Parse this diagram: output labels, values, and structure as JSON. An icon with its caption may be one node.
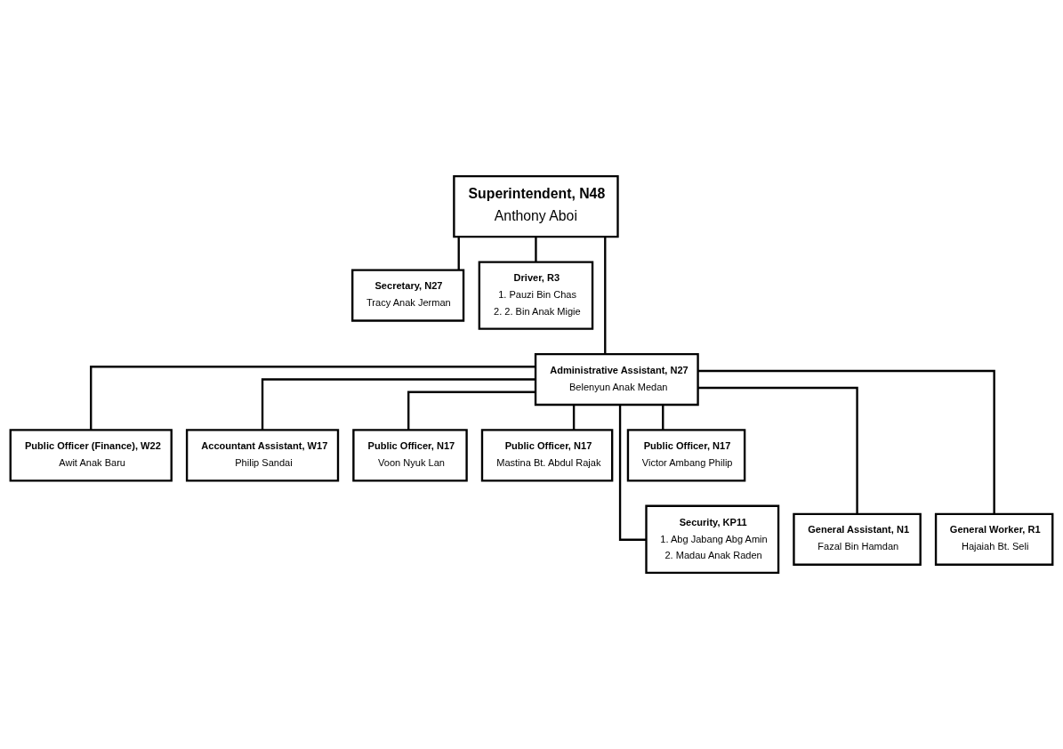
{
  "diagram": {
    "nodes": [
      {
        "text": [
          "Superintendent, N48",
          "Anthony Aboi"
        ]
      },
      {
        "text": [
          "Secretary, N27",
          "Tracy Anak Jerman"
        ]
      },
      {
        "text": [
          "Driver, R3",
          "1. Pauzi Bin Chas",
          "2. 2. Bin Anak Migie"
        ]
      },
      {
        "text": [
          "Administrative Assistant, N27",
          "Belenyun Anak Medan"
        ]
      },
      {
        "text": [
          "Public Officer (Finance), W22",
          "Awit Anak Baru"
        ]
      },
      {
        "text": [
          "Accountant Assistant, W17",
          "Philip Sandai"
        ]
      },
      {
        "text": [
          "Public Officer, N17",
          "Voon Nyuk Lan"
        ]
      },
      {
        "text": [
          "Public Officer, N17",
          "Mastina Bt. Abdul Rajak"
        ]
      },
      {
        "text": [
          "Public Officer, N17",
          "Victor Ambang Philip"
        ]
      },
      {
        "text": [
          "Security, KP11",
          "1. Abg Jabang Abg Amin",
          "2. Madau Anak Raden"
        ]
      },
      {
        "text": [
          "General Assistant, N1",
          "Fazal Bin Hamdan"
        ]
      },
      {
        "text": [
          "General Worker, R1",
          "Hajaiah Bt. Seli"
        ]
      }
    ],
    "edges": [
      {
        "from": 0,
        "to": 1,
        "arrow": "none"
      },
      {
        "from": 0,
        "to": 2,
        "arrow": "none"
      },
      {
        "from": 0,
        "to": 3,
        "arrow": "none"
      },
      {
        "from": 3,
        "to": 4,
        "arrow": "none"
      },
      {
        "from": 3,
        "to": 5,
        "arrow": "none"
      },
      {
        "from": 3,
        "to": 6,
        "arrow": "none"
      },
      {
        "from": 3,
        "to": 7,
        "arrow": "none"
      },
      {
        "from": 3,
        "to": 8,
        "arrow": "none"
      },
      {
        "from": 3,
        "to": 9,
        "arrow": "none"
      },
      {
        "from": 3,
        "to": 10,
        "arrow": "none"
      },
      {
        "from": 3,
        "to": 11,
        "arrow": "none"
      }
    ]
  }
}
